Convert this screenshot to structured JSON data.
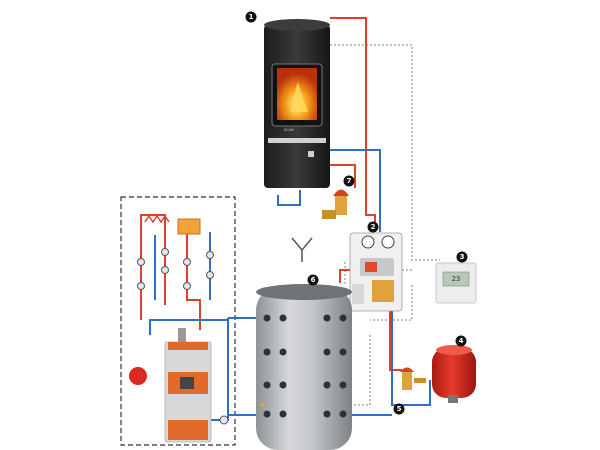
{
  "colors": {
    "hot_line": "#e0402a",
    "cold_line": "#2f6fc4",
    "signal_line": "#9a9a9a",
    "stove_body": "#2b2b2b",
    "tank_body": "#b9bcc0",
    "boiler_body": "#d8d8d8",
    "accent_orange": "#e06a2a",
    "expansion_red": "#d82a20",
    "badge": "#111111"
  },
  "components": [
    {
      "id": "stove",
      "number": "1",
      "icon": "wood-stove-icon"
    },
    {
      "id": "pump-group",
      "number": "2",
      "icon": "pump-station-icon"
    },
    {
      "id": "controller",
      "number": "3",
      "icon": "thermostat-icon"
    },
    {
      "id": "expansion-vessel",
      "number": "4",
      "icon": "expansion-tank-icon"
    },
    {
      "id": "safety-group",
      "number": "5",
      "icon": "valve-icon"
    },
    {
      "id": "buffer-tank",
      "number": "6",
      "icon": "storage-tank-icon"
    },
    {
      "id": "thermal-valve",
      "number": "7",
      "icon": "relief-valve-icon"
    }
  ],
  "diagram": {
    "stove_brand": "SCAN",
    "controller_display": "23"
  }
}
